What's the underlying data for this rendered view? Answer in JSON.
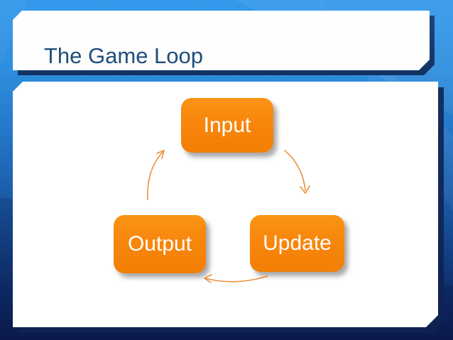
{
  "slide": {
    "title": "The Game Loop",
    "colors": {
      "background_top": "#3499EC",
      "background_bottom": "#0C1C52",
      "banner_fill": "#FFFFFF",
      "banner_shadow": "#1B4878",
      "title_text": "#1F4E79",
      "panel_fill": "#FFFFFF",
      "panel_shadow": "#14305F",
      "node_fill": "#F8860D",
      "node_text": "#FFFFFF",
      "arrow": "#EA8F3C"
    },
    "diagram": {
      "type": "cycle",
      "nodes": [
        {
          "id": "input",
          "label": "Input"
        },
        {
          "id": "update",
          "label": "Update"
        },
        {
          "id": "output",
          "label": "Output"
        }
      ],
      "edges": [
        {
          "from": "input",
          "to": "update"
        },
        {
          "from": "update",
          "to": "output"
        },
        {
          "from": "output",
          "to": "input"
        }
      ]
    }
  }
}
